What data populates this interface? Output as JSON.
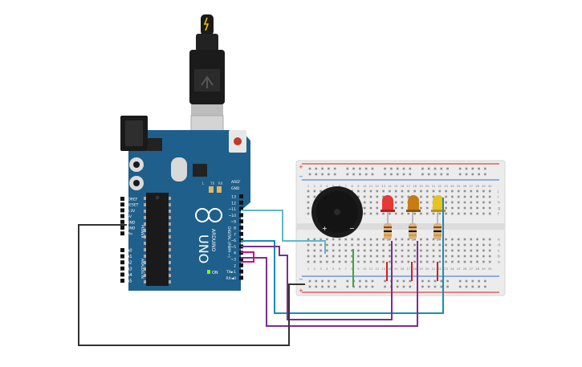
{
  "board": {
    "brand": "ARDUINO",
    "model": "UNO",
    "on_label": "ON",
    "aref_label": "AREF",
    "gnd_label": "GND",
    "digital_label": "DIGITAL (PWM ~)",
    "digital_pins": [
      "13",
      "12",
      "~11",
      "~10",
      "~9",
      "8",
      "7",
      "~6",
      "~5",
      "4",
      "~3",
      "2",
      "TX►1",
      "RX◄0"
    ],
    "power_label": "POWER",
    "power_pins": [
      "IOREF",
      "RESET",
      "3.3V",
      "5V",
      "GND",
      "GND",
      "Vin"
    ],
    "analog_label": "ANALOG IN",
    "analog_pins": [
      "A0",
      "A1",
      "A2",
      "A3",
      "A4",
      "A5"
    ],
    "tx_label": "TX",
    "rx_label": "RX",
    "l_label": "L"
  },
  "breadboard": {
    "column_numbers": [
      "1",
      "2",
      "3",
      "4",
      "5",
      "6",
      "7",
      "8",
      "9",
      "10",
      "11",
      "12",
      "13",
      "14",
      "15",
      "16",
      "17",
      "18",
      "19",
      "20",
      "21",
      "22",
      "23",
      "24",
      "25",
      "26",
      "27",
      "28",
      "29",
      "30"
    ],
    "row_letters_top": [
      "j",
      "i",
      "h",
      "g",
      "f"
    ],
    "row_letters_bottom": [
      "e",
      "d",
      "c",
      "b",
      "a"
    ],
    "plus_label": "+",
    "minus_label": "−"
  },
  "buzzer": {
    "plus_label": "+",
    "minus_label": "−"
  },
  "colors": {
    "board": "#1f5f8b",
    "breadboard": "#ececec",
    "wire_cyan": "#5fb8c9",
    "wire_teal": "#1a8cb4",
    "wire_purple": "#7a2e8e",
    "wire_magenta": "#c2187a",
    "wire_black": "#333333",
    "wire_green": "#3aa83a",
    "wire_red": "#d02020",
    "led_red": "#e53935",
    "led_orange": "#c67c12",
    "led_yellow": "#e8c21d"
  }
}
